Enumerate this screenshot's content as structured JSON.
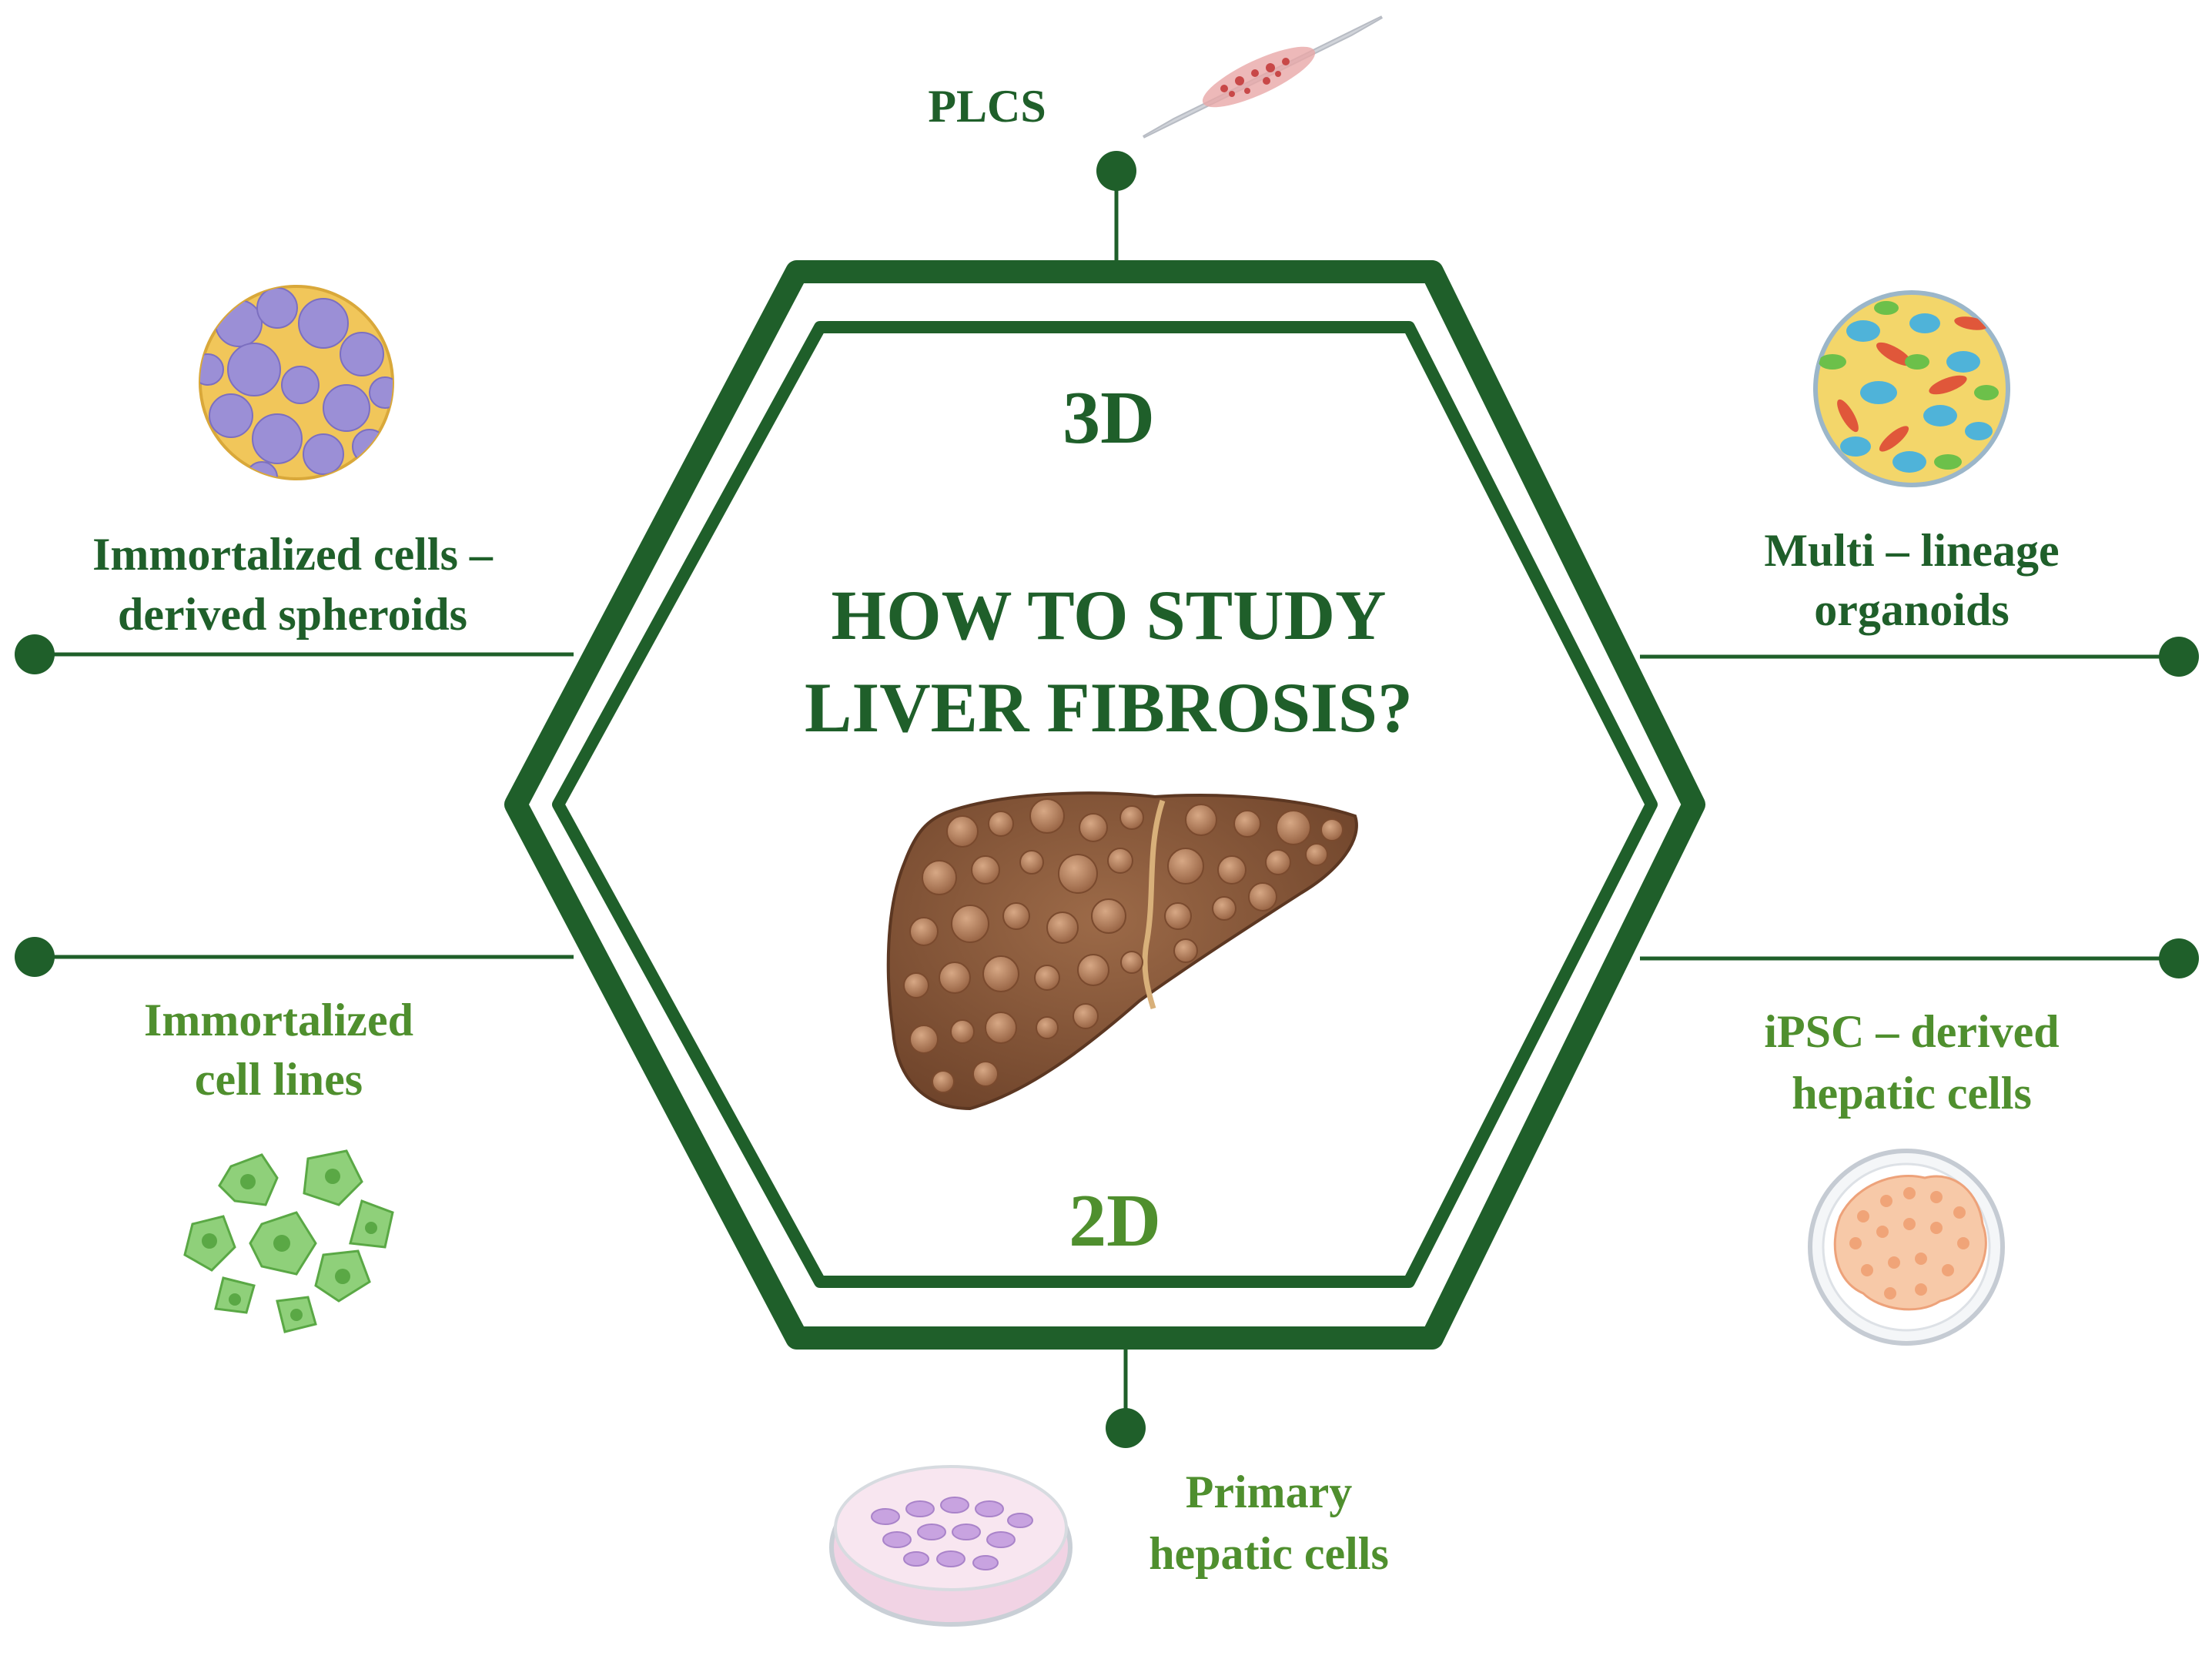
{
  "center": {
    "title_line1": "HOW TO STUDY",
    "title_line2": "LIVER FIBROSIS?",
    "label_3d": "3D",
    "label_2d": "2D"
  },
  "nodes": {
    "plcs": {
      "line1": "PLCS"
    },
    "spheroids": {
      "line1": "Immortalized cells –",
      "line2": "derived spheroids"
    },
    "organoids": {
      "line1": "Multi – lineage",
      "line2": "organoids"
    },
    "cell_lines": {
      "line1": "Immortalized",
      "line2": "cell lines"
    },
    "ipsc": {
      "line1": "iPSC – derived",
      "line2": "hepatic cells"
    },
    "primary": {
      "line1": "Primary",
      "line2": "hepatic cells"
    }
  },
  "colors": {
    "dark_green": "#1f5f2a",
    "light_green": "#4f8f2e",
    "liver_brown": "#8a5a3c"
  },
  "icons": [
    "tissue-slice-icon",
    "spheroid-icon",
    "organoid-icon",
    "cell-lines-icon",
    "ipsc-dish-icon",
    "primary-dish-icon",
    "liver-icon"
  ]
}
